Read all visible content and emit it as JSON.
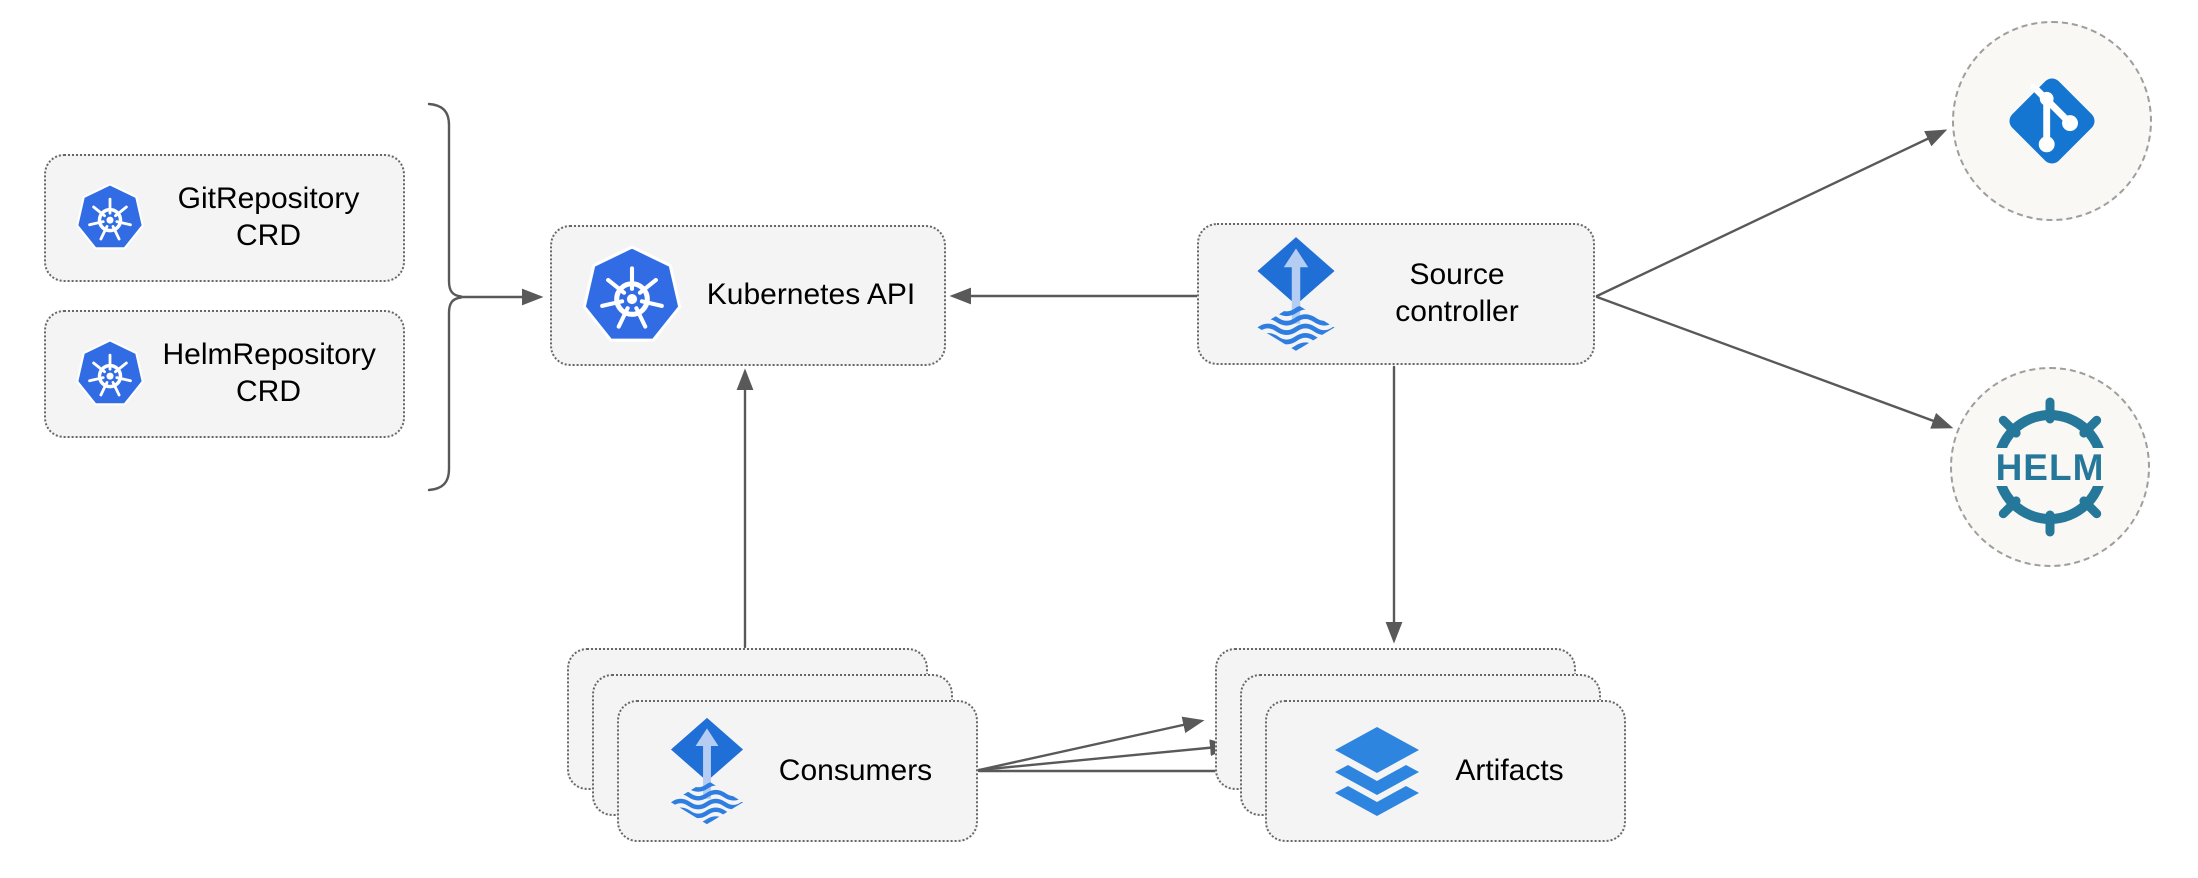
{
  "diagram": {
    "nodes": {
      "git_repository_crd": {
        "label": "GitRepository CRD",
        "icon": "kubernetes-icon"
      },
      "helm_repository_crd": {
        "label": "HelmRepository CRD",
        "icon": "kubernetes-icon"
      },
      "kubernetes_api": {
        "label": "Kubernetes API",
        "icon": "kubernetes-icon"
      },
      "source_controller": {
        "label": "Source controller",
        "icon": "flux-icon"
      },
      "consumers": {
        "label": "Consumers",
        "icon": "flux-icon",
        "stacked": 3
      },
      "artifacts": {
        "label": "Artifacts",
        "icon": "layers-icon",
        "stacked": 3
      },
      "git_source": {
        "icon": "git-icon"
      },
      "helm_source": {
        "icon": "helm-icon",
        "wheel_text": "HELM"
      }
    },
    "edges": [
      {
        "from": "crd_group_bracket",
        "to": "kubernetes_api"
      },
      {
        "from": "source_controller",
        "to": "kubernetes_api"
      },
      {
        "from": "consumers",
        "to": "kubernetes_api"
      },
      {
        "from": "source_controller",
        "to": "git_source"
      },
      {
        "from": "source_controller",
        "to": "helm_source"
      },
      {
        "from": "source_controller",
        "to": "artifacts"
      },
      {
        "from": "consumers",
        "to": "artifacts",
        "arrow_count": 3
      }
    ],
    "colors": {
      "kubernetes_blue": "#326ce5",
      "flux_blue": "#1f6fd6",
      "flux_wave_blue": "#2e7ee2",
      "flux_arrow_light": "#b5cdf2",
      "git_blue": "#1576d2",
      "helm_teal": "#26789b",
      "layers_blue": "#2d85e0",
      "box_fill": "#f4f4f4",
      "box_border": "#676767",
      "circle_fill": "#faf8f4",
      "circle_border": "#9e9e9e",
      "connector_gray": "#595959"
    }
  }
}
